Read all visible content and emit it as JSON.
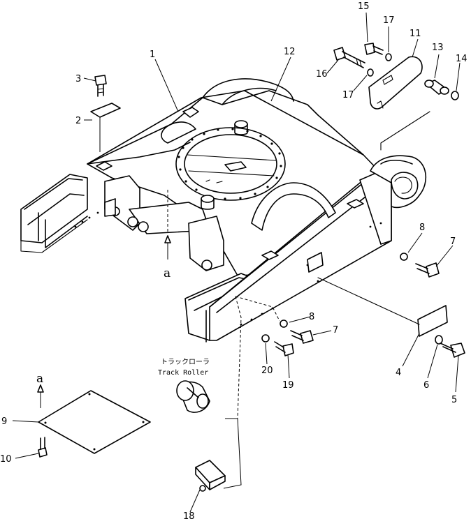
{
  "callouts": {
    "c1": "1",
    "c2": "2",
    "c3": "3",
    "c4": "4",
    "c5": "5",
    "c6": "6",
    "c7a": "7",
    "c7b": "7",
    "c8a": "8",
    "c8b": "8",
    "c9": "9",
    "c10": "10",
    "c11": "11",
    "c12": "12",
    "c13": "13",
    "c14": "14",
    "c15": "15",
    "c16": "16",
    "c17a": "17",
    "c17b": "17",
    "c18": "18",
    "c19": "19",
    "c20": "20"
  },
  "view_marks": {
    "arrow_a_main": "a",
    "arrow_a_detail": "a"
  },
  "labels": {
    "track_roller_jp": "トラックローラ",
    "track_roller_en": "Track Roller"
  }
}
